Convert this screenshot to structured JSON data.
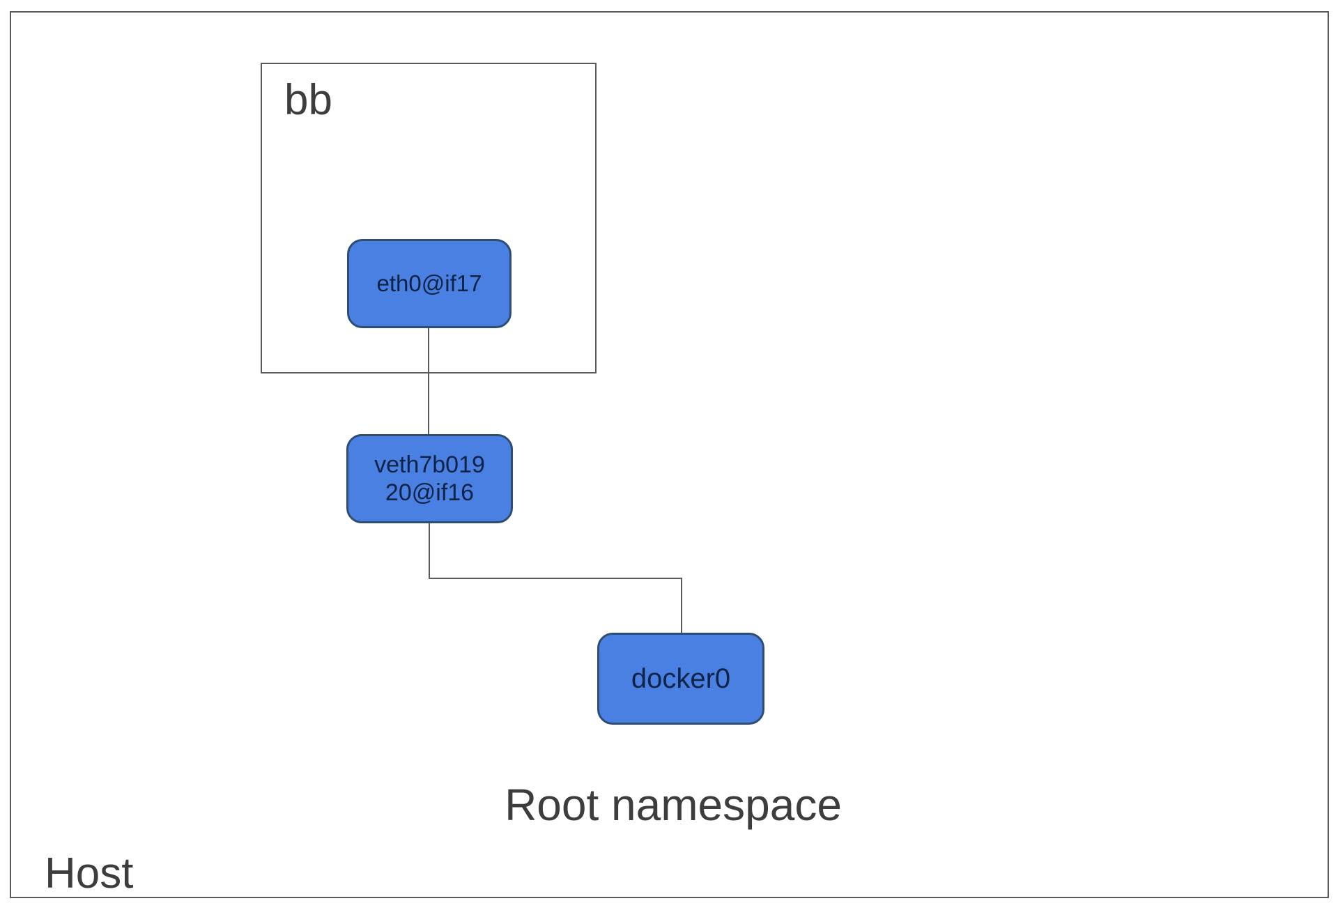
{
  "diagram": {
    "kind": "network-namespace-diagram",
    "labels": {
      "host": "Host",
      "root_namespace": "Root namespace",
      "container": "bb"
    },
    "nodes": [
      {
        "id": "eth0",
        "label": "eth0@if17"
      },
      {
        "id": "veth",
        "label": "veth7b019 20@if16",
        "line1": "veth7b019",
        "line2": "20@if16"
      },
      {
        "id": "docker0",
        "label": "docker0"
      }
    ],
    "edges": [
      {
        "from": "eth0@if17",
        "to": "veth7b019 20@if16"
      },
      {
        "from": "veth7b019 20@if16",
        "to": "docker0"
      }
    ],
    "colors": {
      "node_fill": "#4a80e1",
      "node_border": "#2e4d73",
      "node_text": "#0e2347",
      "boundary_border": "#5a5a5a",
      "connector": "#5a5a5a",
      "label_text": "#3d3d3d",
      "background": "#ffffff"
    }
  }
}
